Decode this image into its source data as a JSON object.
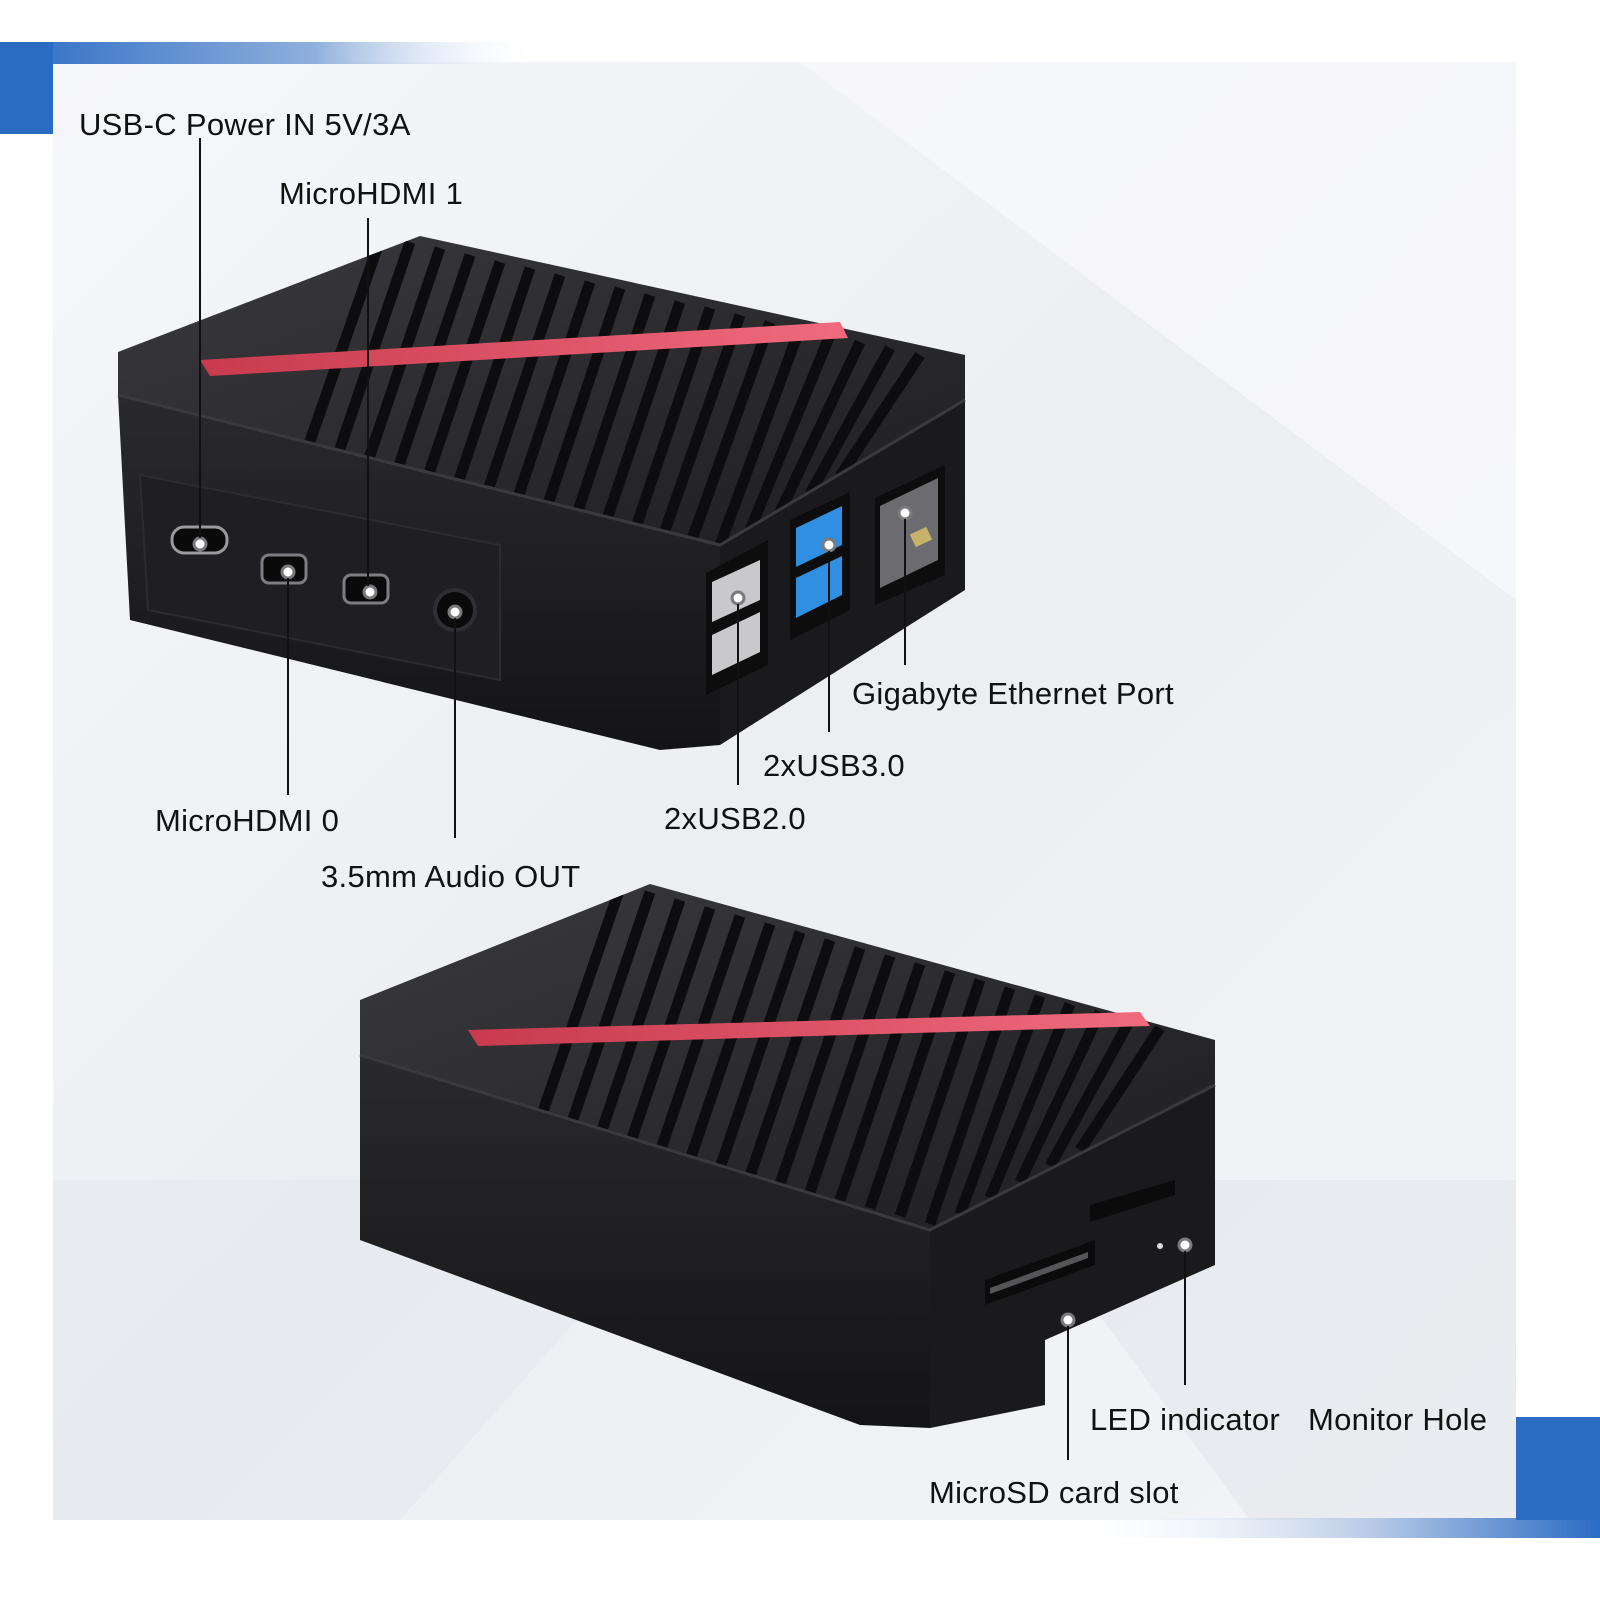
{
  "labels": {
    "usb_c_power": "USB-C Power IN 5V/3A",
    "microhdmi_1": "MicroHDMI 1",
    "gigabyte_ethernet": "Gigabyte Ethernet Port",
    "usb3": "2xUSB3.0",
    "usb2": "2xUSB2.0",
    "microhdmi_0": "MicroHDMI 0",
    "audio_out": "3.5mm Audio OUT",
    "led_indicator": "LED indicator",
    "monitor_hole": "Monitor Hole",
    "microsd_slot": "MicroSD card slot"
  },
  "colors": {
    "accent_blue": "#2a6bc4",
    "case_black": "#1c1c1e",
    "stripe_red": "#e84a5f",
    "usb3_blue": "#2f8fe0",
    "background": "#eef0f4"
  }
}
